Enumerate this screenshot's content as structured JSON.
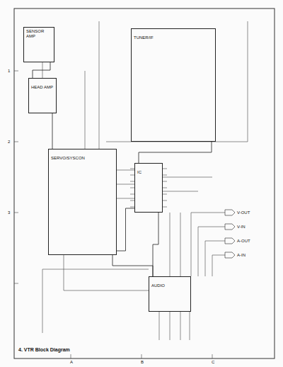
{
  "diagram": {
    "title": "4. VTR Block Diagram",
    "nodes": [
      {
        "text": [
          "SENSOR AMP"
        ]
      },
      {
        "text": [
          "HEAD AMP"
        ]
      },
      {
        "text": [
          "SERVO/SYSCON"
        ]
      },
      {
        "text": [
          "TUNER/IF"
        ]
      },
      {
        "text": [
          "IC"
        ]
      },
      {
        "text": [
          "AUDIO"
        ]
      }
    ],
    "edges": [
      {
        "from": 0,
        "to": 1,
        "arrow": "none"
      },
      {
        "from": 1,
        "to": 2,
        "arrow": "none"
      },
      {
        "from": 2,
        "to": 4,
        "arrow": "none"
      },
      {
        "from": 3,
        "to": 4,
        "arrow": "none"
      },
      {
        "from": 4,
        "to": 5,
        "arrow": "none"
      },
      {
        "from": 2,
        "to": 5,
        "arrow": "none"
      }
    ],
    "labels": [
      "V-OUT",
      "V-IN",
      "A-OUT",
      "A-IN",
      "A",
      "B",
      "C",
      "1",
      "2",
      "3"
    ]
  }
}
